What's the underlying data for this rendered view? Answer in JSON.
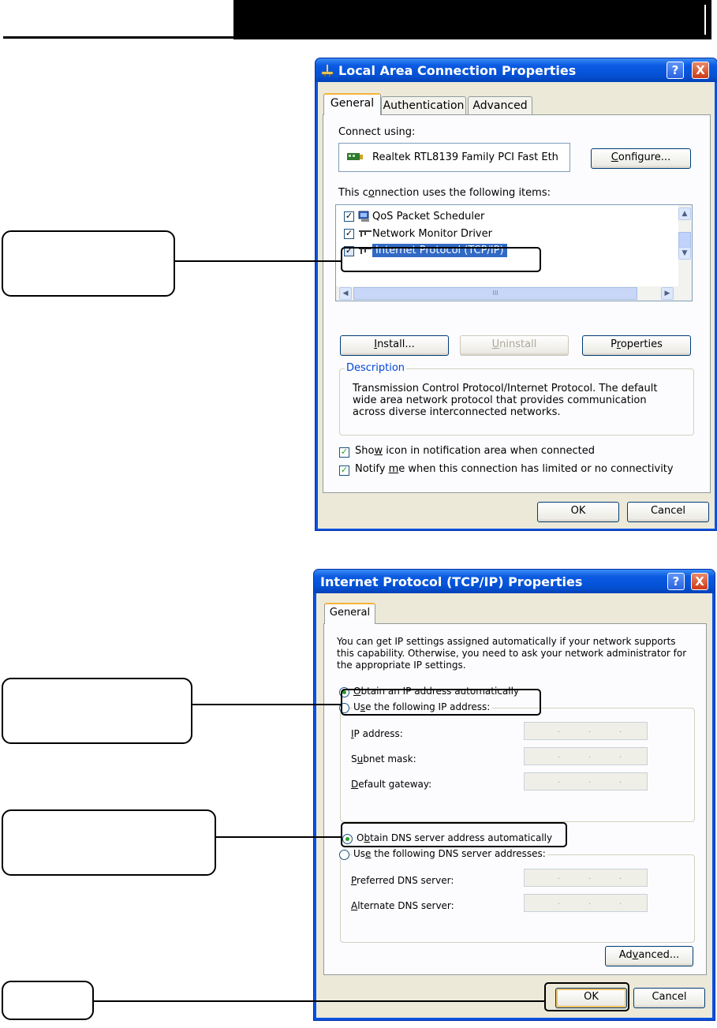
{
  "lan_dialog": {
    "title": "Local Area Connection Properties",
    "help_label": "?",
    "close_label": "X",
    "tabs": [
      "General",
      "Authentication",
      "Advanced"
    ],
    "connect_using_label": "Connect using:",
    "adapter_name": "Realtek RTL8139 Family PCI Fast Eth",
    "configure_label": "Configure...",
    "items_label": "This connection uses the following items:",
    "items": [
      {
        "label": "QoS Packet Scheduler",
        "checked": true,
        "icon": "scheduler-icon"
      },
      {
        "label": "Network Monitor Driver",
        "checked": true,
        "icon": "network-protocol-icon"
      },
      {
        "label": "Internet Protocol (TCP/IP)",
        "checked": true,
        "selected": true,
        "icon": "network-protocol-icon"
      }
    ],
    "scroll_grip": "III",
    "install_label": "Install...",
    "uninstall_label": "Uninstall",
    "properties_label": "Properties",
    "description_title": "Description",
    "description_text": "Transmission Control Protocol/Internet Protocol. The default wide area network protocol that provides communication across diverse interconnected networks.",
    "show_icon_label": "Show icon in notification area when connected",
    "notify_label": "Notify me when this connection has limited or no connectivity",
    "ok_label": "OK",
    "cancel_label": "Cancel"
  },
  "tcpip_dialog": {
    "title": "Internet Protocol (TCP/IP) Properties",
    "help_label": "?",
    "close_label": "X",
    "tab": "General",
    "intro": "You can get IP settings assigned automatically if your network supports this capability. Otherwise, you need to ask your network administrator for the appropriate IP settings.",
    "obtain_ip_label": "Obtain an IP address automatically",
    "use_ip_label": "Use the following IP address:",
    "ip_address_label": "IP address:",
    "subnet_label": "Subnet mask:",
    "gateway_label": "Default gateway:",
    "obtain_dns_label": "Obtain DNS server address automatically",
    "use_dns_label": "Use the following DNS server addresses:",
    "preferred_dns_label": "Preferred DNS server:",
    "alternate_dns_label": "Alternate DNS server:",
    "ip_dot": ".",
    "advanced_label": "Advanced...",
    "ok_label": "OK",
    "cancel_label": "Cancel"
  },
  "colors": {
    "title_blue": "#0552d6",
    "dialog_face": "#ece9d8",
    "check_green": "#21a121",
    "selection_blue": "#316ac5"
  }
}
